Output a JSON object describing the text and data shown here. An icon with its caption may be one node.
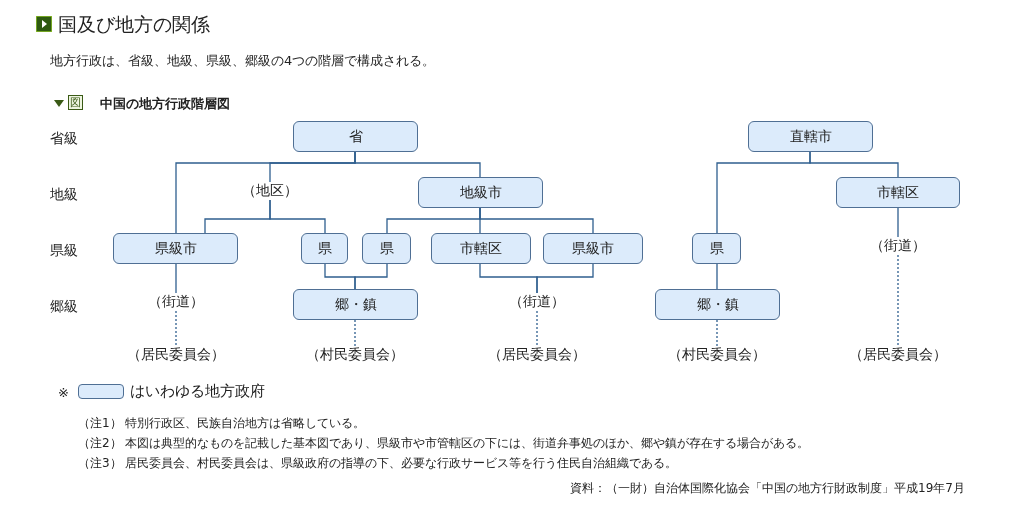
{
  "diagram": {
    "title": "国及び地方の関係",
    "nodes": [
      {
        "text": [
          "省"
        ]
      },
      {
        "text": [
          "（地区）"
        ]
      },
      {
        "text": [
          "地級市"
        ]
      },
      {
        "text": [
          "県級市"
        ]
      },
      {
        "text": [
          "県"
        ]
      },
      {
        "text": [
          "県"
        ]
      },
      {
        "text": [
          "市轄区"
        ]
      },
      {
        "text": [
          "県級市"
        ]
      },
      {
        "text": [
          "（街道）"
        ]
      },
      {
        "text": [
          "郷・鎮"
        ]
      },
      {
        "text": [
          "（街道）"
        ]
      },
      {
        "text": [
          "（居民委員会）"
        ]
      },
      {
        "text": [
          "（村民委員会）"
        ]
      },
      {
        "text": [
          "（居民委員会）"
        ]
      },
      {
        "text": [
          "直轄市"
        ]
      },
      {
        "text": [
          "市轄区"
        ]
      },
      {
        "text": [
          "県"
        ]
      },
      {
        "text": [
          "（街道）"
        ]
      },
      {
        "text": [
          "郷・鎮"
        ]
      },
      {
        "text": [
          "（村民委員会）"
        ]
      },
      {
        "text": [
          "（居民委員会）"
        ]
      }
    ],
    "edges": [
      {
        "from": 0,
        "to": 1,
        "arrow": "none"
      },
      {
        "from": 0,
        "to": 2,
        "arrow": "none"
      },
      {
        "from": 0,
        "to": 3,
        "arrow": "none"
      },
      {
        "from": 1,
        "to": 3,
        "arrow": "none"
      },
      {
        "from": 1,
        "to": 4,
        "arrow": "none"
      },
      {
        "from": 2,
        "to": 5,
        "arrow": "none"
      },
      {
        "from": 2,
        "to": 6,
        "arrow": "none"
      },
      {
        "from": 2,
        "to": 7,
        "arrow": "none"
      },
      {
        "from": 3,
        "to": 8,
        "arrow": "none"
      },
      {
        "from": 4,
        "to": 9,
        "arrow": "none"
      },
      {
        "from": 5,
        "to": 9,
        "arrow": "none"
      },
      {
        "from": 6,
        "to": 10,
        "arrow": "none"
      },
      {
        "from": 7,
        "to": 10,
        "arrow": "none"
      },
      {
        "from": 8,
        "to": 11,
        "arrow": "none",
        "style": "dashed"
      },
      {
        "from": 9,
        "to": 12,
        "arrow": "none",
        "style": "dashed"
      },
      {
        "from": 10,
        "to": 13,
        "arrow": "none",
        "style": "dashed"
      },
      {
        "from": 14,
        "to": 16,
        "arrow": "none"
      },
      {
        "from": 14,
        "to": 15,
        "arrow": "none"
      },
      {
        "from": 16,
        "to": 18,
        "arrow": "none"
      },
      {
        "from": 15,
        "to": 17,
        "arrow": "none"
      },
      {
        "from": 17,
        "to": 20,
        "arrow": "none",
        "style": "dashed"
      },
      {
        "from": 18,
        "to": 19,
        "arrow": "none",
        "style": "dashed"
      }
    ],
    "labels": [
      "地方行政は、省級、地級、県級、郷級の4つの階層で構成される。",
      "図",
      "中国の地方行政階層図",
      "省級",
      "地級",
      "県級",
      "郷級",
      "※",
      "（注1） 特別行政区、民族自治地方は省略している。",
      "（注2） 本図は典型的なものを記載した基本図であり、県級市や市管轄区の下には、街道弁事処のほか、郷や鎮が存在する場合がある。",
      "（注3） 居民委員会、村民委員会は、県級政府の指導の下、必要な行政サービス等を行う住民自治組織である。",
      "資料：（一財）自治体国際化協会「中国の地方行財政制度」平成19年7月"
    ],
    "legend": [
      {
        "text": "はいわゆる地方政府",
        "color": "#dcebfb"
      }
    ]
  }
}
